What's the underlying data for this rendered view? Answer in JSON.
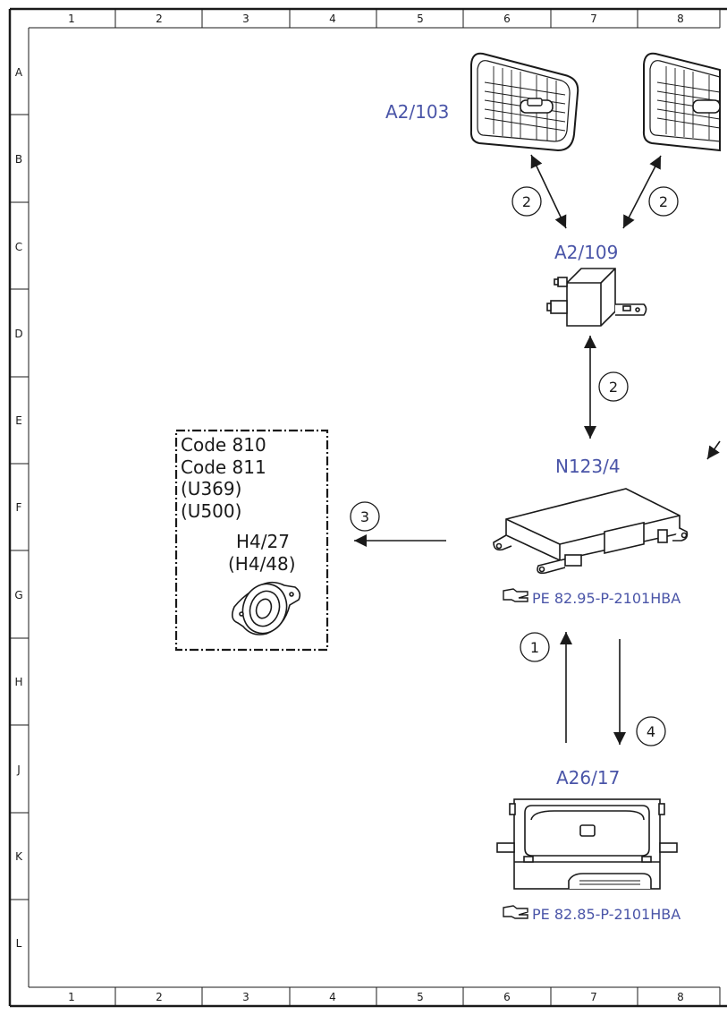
{
  "frame": {
    "columns": [
      "1",
      "2",
      "3",
      "4",
      "5",
      "6",
      "7",
      "8"
    ],
    "rows": [
      "A",
      "B",
      "C",
      "D",
      "E",
      "F",
      "G",
      "H",
      "J",
      "K",
      "L"
    ]
  },
  "colors": {
    "label": "#4a55a8",
    "line": "#1a1a1a",
    "background": "#ffffff"
  },
  "components": {
    "a2_103": {
      "label": "A2/103",
      "icon": "speaker-grille-icon"
    },
    "a2_109": {
      "label": "A2/109",
      "icon": "antenna-amplifier-module-icon"
    },
    "n123_4": {
      "label": "N123/4",
      "icon": "control-unit-icon",
      "reference": "PE 82.95-P-2101HBA"
    },
    "a26_17": {
      "label": "A26/17",
      "icon": "overhead-control-panel-icon",
      "reference": "PE 82.85-P-2101HBA"
    },
    "h4_27": {
      "label": "H4/27",
      "label_alt": "(H4/48)",
      "icon": "loudspeaker-icon"
    }
  },
  "optional_box": {
    "lines": [
      "Code 810",
      "Code 811",
      "(U369)",
      "(U500)"
    ]
  },
  "connections": {
    "c1": "1",
    "c2": "2",
    "c3": "3",
    "c4": "4"
  }
}
